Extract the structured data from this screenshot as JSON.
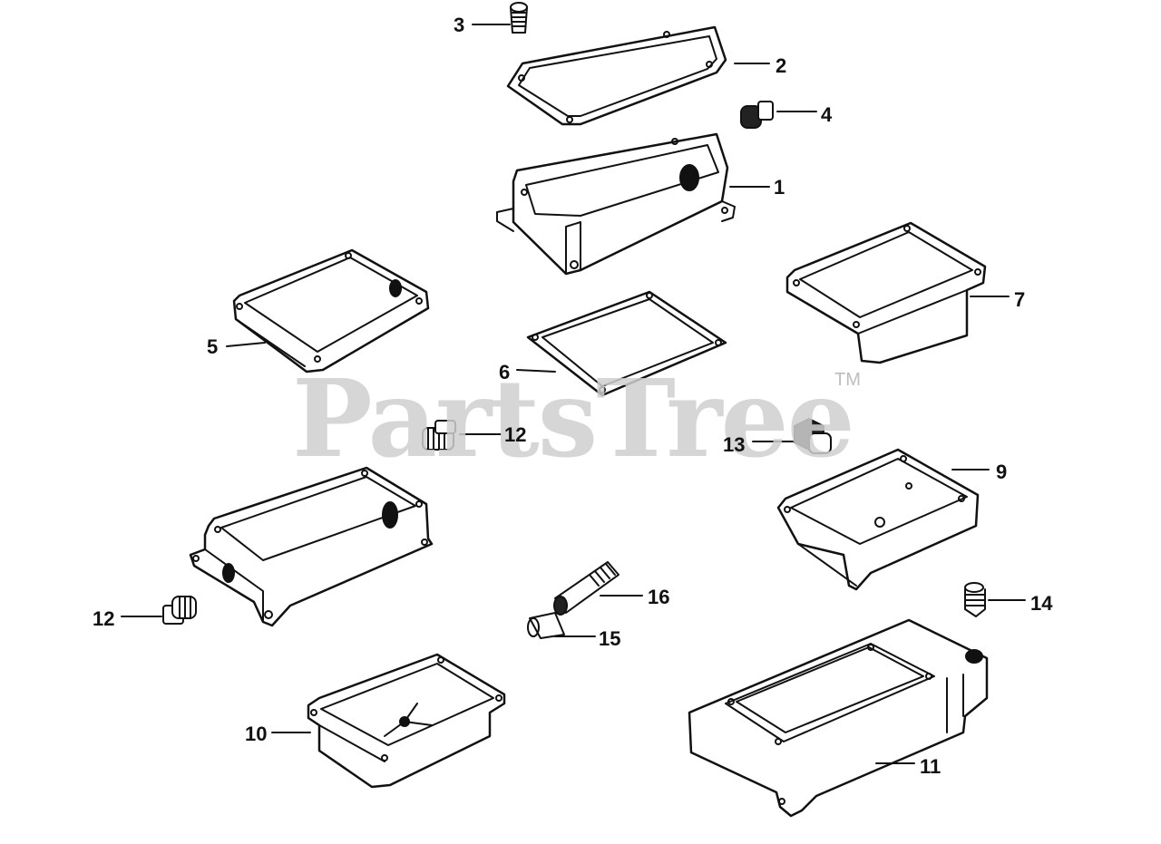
{
  "watermark": {
    "brand": "PartsTree",
    "trademark": "TM"
  },
  "callouts": {
    "c1": "1",
    "c2": "2",
    "c3": "3",
    "c4": "4",
    "c5": "5",
    "c6": "6",
    "c7": "7",
    "c9": "9",
    "c10": "10",
    "c11": "11",
    "c12a": "12",
    "c12b": "12",
    "c13": "13",
    "c14": "14",
    "c15": "15",
    "c16": "16"
  }
}
